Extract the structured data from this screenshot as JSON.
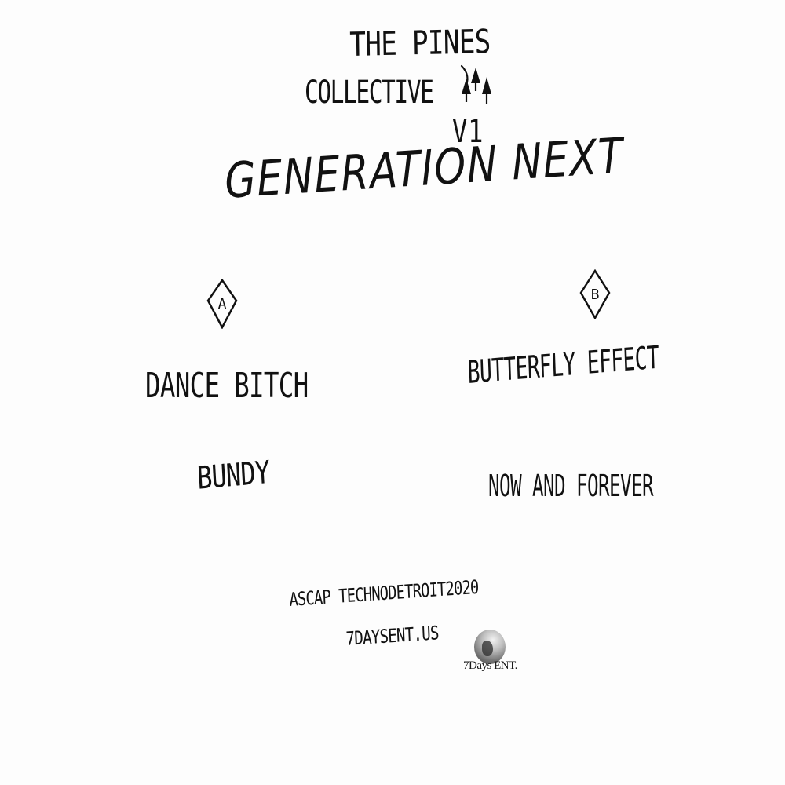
{
  "artwork": {
    "background_color": "#fdfdfd",
    "ink_color": "#111111"
  },
  "header": {
    "artist_line1": "The Pines",
    "artist_line2": "Collective",
    "volume": "V1",
    "title": "Generation Next",
    "decoration_icon": "pine-trees-icon"
  },
  "sides": [
    {
      "label": "A",
      "badge_icon": "diamond-badge-icon",
      "tracks": [
        "Dance Bitch",
        "Bundy"
      ]
    },
    {
      "label": "B",
      "badge_icon": "diamond-badge-icon",
      "tracks": [
        "Butterfly Effect",
        "Now And Forever"
      ]
    }
  ],
  "credits": {
    "publishing": "Ascap TechnoDetroit2020",
    "website": "7DaysEnt.us"
  },
  "logo": {
    "icon": "globe-icon",
    "text": "7Days ENT."
  }
}
